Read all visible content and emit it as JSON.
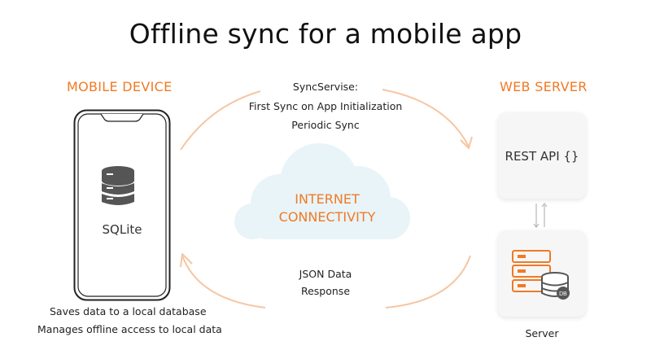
{
  "title": "Offline sync for a mobile app",
  "mobile": {
    "heading": "MOBILE DEVICE",
    "db_label": "SQLite",
    "notes": [
      "Saves data to a local database",
      "Manages offline access to local data"
    ]
  },
  "server": {
    "heading": "WEB SERVER",
    "api_label": "REST API {}",
    "server_label": "Server",
    "db_badge": "DB"
  },
  "cloud": {
    "line1": "INTERNET",
    "line2": "CONNECTIVITY"
  },
  "sync_top": {
    "line1": "SyncServise:",
    "line2": "First Sync on App Initialization",
    "line3": "Periodic Sync"
  },
  "sync_bottom": {
    "line1": "JSON Data",
    "line2": "Response"
  },
  "colors": {
    "accent": "#f07a25",
    "arc": "#f6c6a3",
    "cloud": "#e8f4f8",
    "phone_outline": "#222222",
    "icon_gray": "#555555"
  }
}
